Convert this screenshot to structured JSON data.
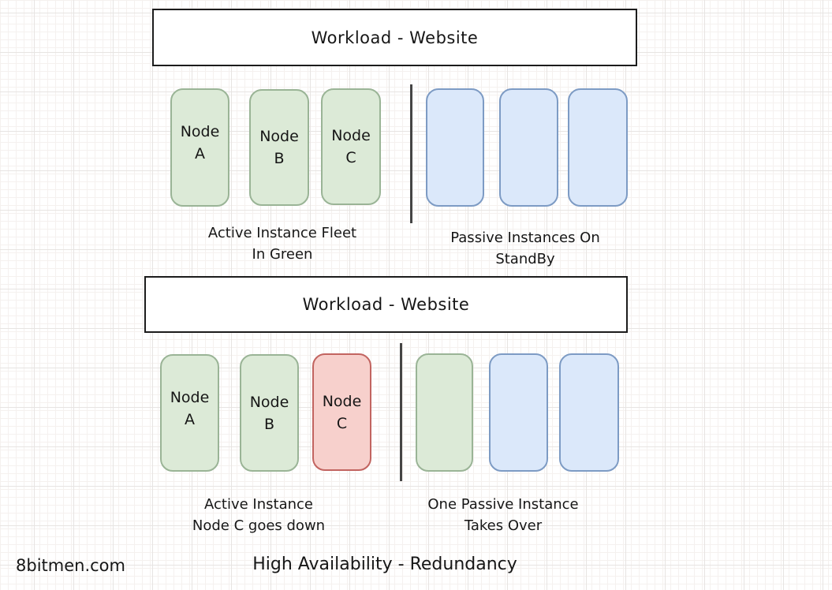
{
  "footer": {
    "watermark": "8bitmen.com",
    "title": "High Availability - Redundancy"
  },
  "colors": {
    "active_fill": "#dcead7",
    "active_border": "#9ab496",
    "passive_fill": "#dbe8fa",
    "passive_border": "#7d9bc4",
    "down_fill": "#f7d0cc",
    "down_border": "#c26460",
    "box_border": "#1c1c1c",
    "divider": "#454545"
  },
  "diagrams": [
    {
      "workload_label": "Workload - Website",
      "active_nodes": [
        {
          "top": "Node",
          "bottom": "A",
          "state": "active"
        },
        {
          "top": "Node",
          "bottom": "B",
          "state": "active"
        },
        {
          "top": "Node",
          "bottom": "C",
          "state": "active"
        }
      ],
      "passive_nodes": [
        {
          "state": "passive"
        },
        {
          "state": "passive"
        },
        {
          "state": "passive"
        }
      ],
      "active_caption": [
        "Active Instance Fleet",
        "In Green"
      ],
      "passive_caption": [
        "Passive Instances On",
        "StandBy"
      ]
    },
    {
      "workload_label": "Workload - Website",
      "active_nodes": [
        {
          "top": "Node",
          "bottom": "A",
          "state": "active"
        },
        {
          "top": "Node",
          "bottom": "B",
          "state": "active"
        },
        {
          "top": "Node",
          "bottom": "C",
          "state": "down"
        }
      ],
      "passive_nodes": [
        {
          "state": "taken-over-active"
        },
        {
          "state": "passive"
        },
        {
          "state": "passive"
        }
      ],
      "active_caption": [
        "Active Instance",
        "Node C goes down"
      ],
      "passive_caption": [
        "One Passive Instance",
        "Takes Over"
      ]
    }
  ]
}
